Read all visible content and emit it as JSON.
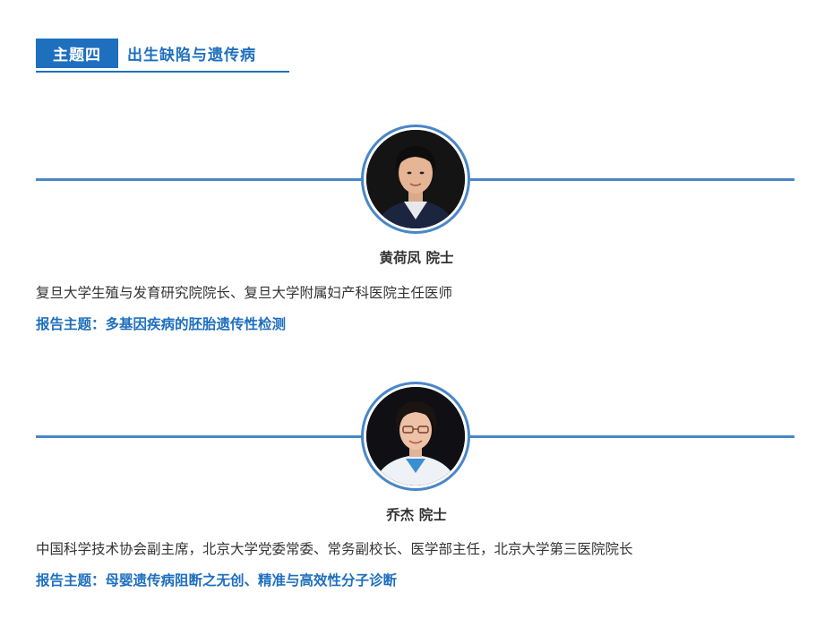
{
  "topic": {
    "tag": "主题四",
    "title": "出生缺陷与遗传病"
  },
  "speakers": [
    {
      "name": "黄荷凤 院士",
      "description": "复旦大学生殖与发育研究院院长、复旦大学附属妇产科医院主任医师",
      "report_label": "报告主题：",
      "report_title": "多基因疾病的胚胎遗传性检测"
    },
    {
      "name": "乔杰 院士",
      "description": "中国科学技术协会副主席，北京大学党委常委、常务副校长、医学部主任，北京大学第三医院院长",
      "report_label": "报告主题：",
      "report_title": "母婴遗传病阻断之无创、精准与高效性分子诊断"
    }
  ],
  "colors": {
    "accent": "#1f6fbf",
    "line": "#4a86c8",
    "text": "#333333"
  },
  "icons": {
    "avatar_1": "portrait-photo",
    "avatar_2": "portrait-photo"
  }
}
